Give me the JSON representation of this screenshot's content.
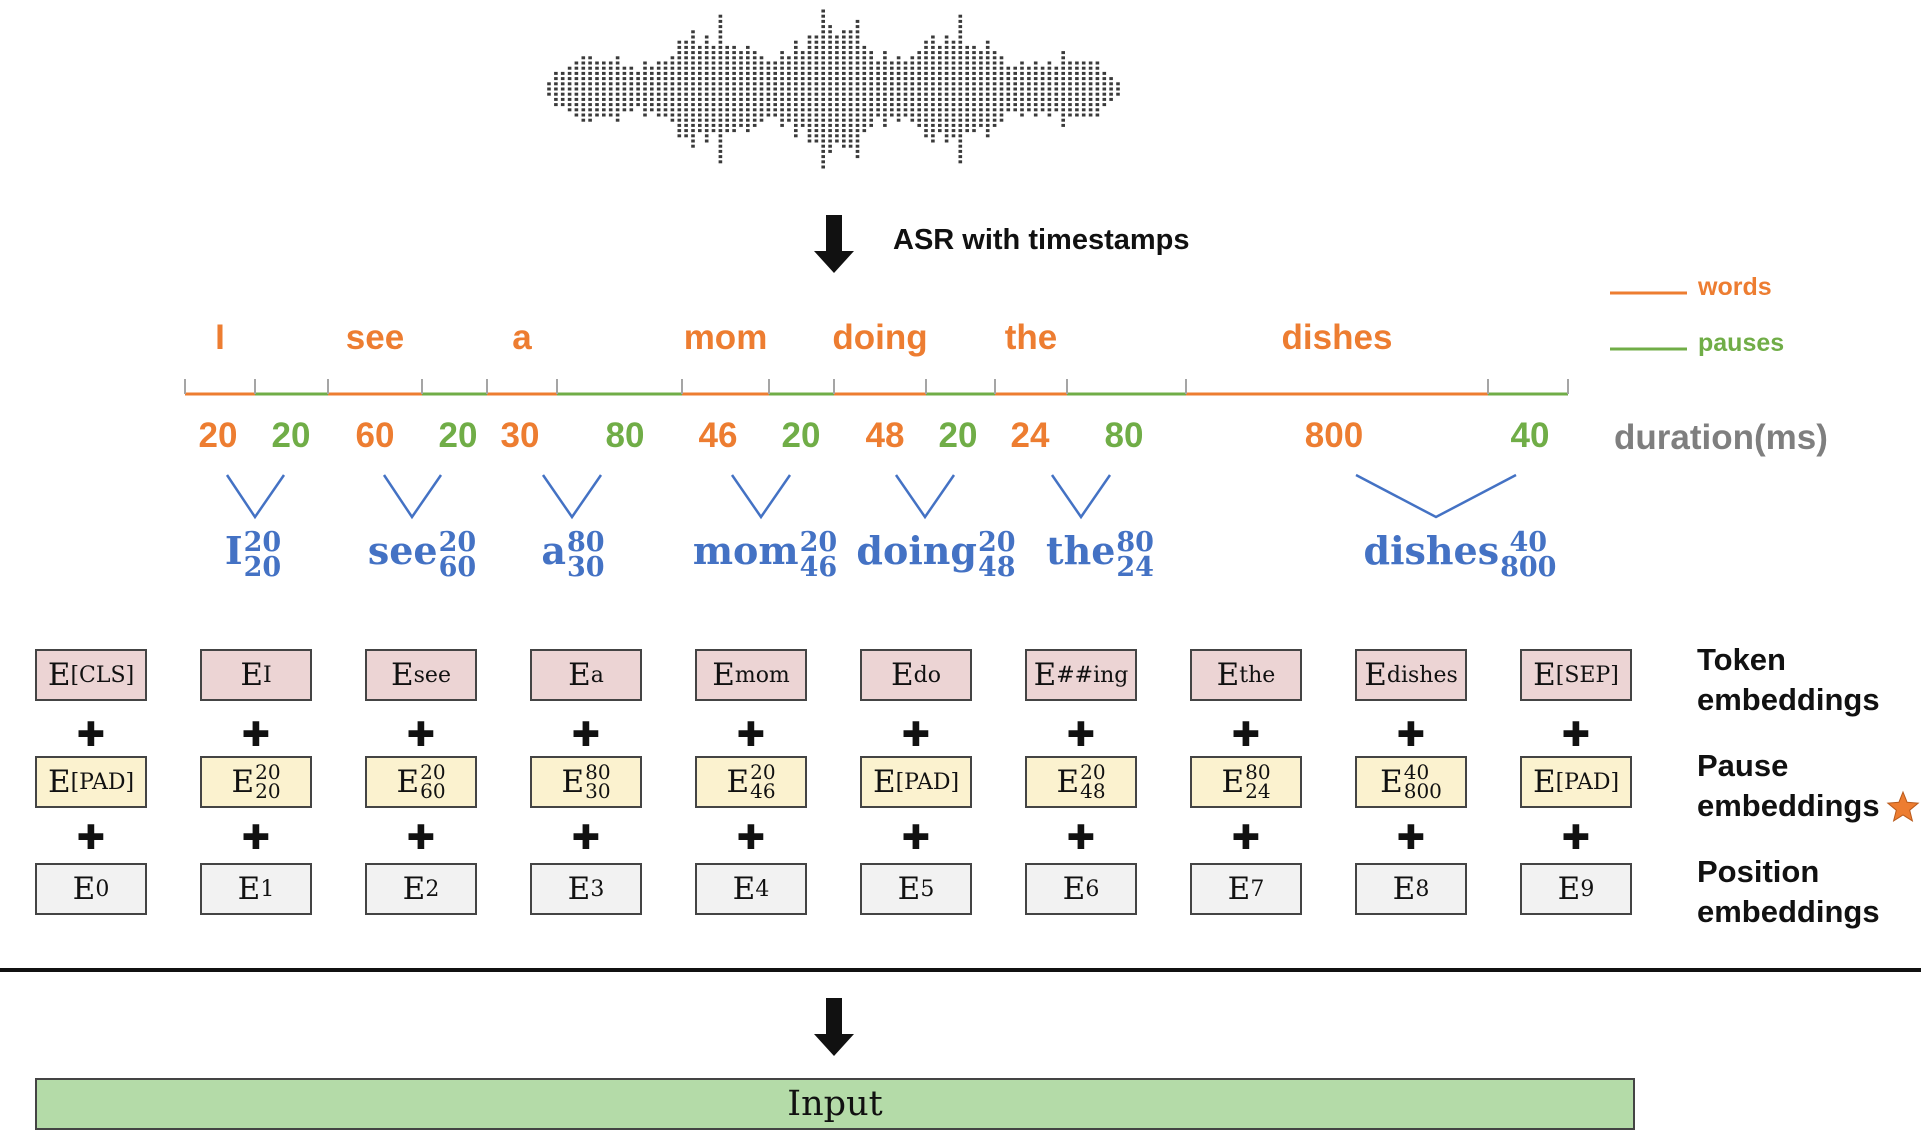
{
  "asr_label": "ASR with timestamps",
  "legend": {
    "words": "words",
    "pauses": "pauses"
  },
  "words": [
    "I",
    "see",
    "a",
    "mom",
    "doing",
    "the",
    "dishes"
  ],
  "durations": [
    "20",
    "20",
    "60",
    "20",
    "30",
    "80",
    "46",
    "20",
    "48",
    "20",
    "24",
    "80",
    "800",
    "40"
  ],
  "duration_label": "duration(ms)",
  "fused_words": [
    {
      "w": "I",
      "sup": "20",
      "sub": "20"
    },
    {
      "w": "see",
      "sup": "20",
      "sub": "60"
    },
    {
      "w": "a",
      "sup": "80",
      "sub": "30"
    },
    {
      "w": "mom",
      "sup": "20",
      "sub": "46"
    },
    {
      "w": "doing",
      "sup": "20",
      "sub": "48"
    },
    {
      "w": "the",
      "sup": "80",
      "sub": "24"
    },
    {
      "w": "dishes",
      "sup": "40",
      "sub": "800"
    }
  ],
  "token_embeddings": [
    {
      "e": "E",
      "sub": "[CLS]"
    },
    {
      "e": "E",
      "sub": "I"
    },
    {
      "e": "E",
      "sub": "see"
    },
    {
      "e": "E",
      "sub": "a"
    },
    {
      "e": "E",
      "sub": "mom"
    },
    {
      "e": "E",
      "sub": "do"
    },
    {
      "e": "E",
      "sub": "##ing"
    },
    {
      "e": "E",
      "sub": "the"
    },
    {
      "e": "E",
      "sub": "dishes"
    },
    {
      "e": "E",
      "sub": "[SEP]"
    }
  ],
  "pause_embeddings": [
    {
      "e": "E",
      "sub": "[PAD]"
    },
    {
      "e": "E",
      "sup": "20",
      "sub": "20"
    },
    {
      "e": "E",
      "sup": "20",
      "sub": "60"
    },
    {
      "e": "E",
      "sup": "80",
      "sub": "30"
    },
    {
      "e": "E",
      "sup": "20",
      "sub": "46"
    },
    {
      "e": "E",
      "sub": "[PAD]"
    },
    {
      "e": "E",
      "sup": "20",
      "sub": "48"
    },
    {
      "e": "E",
      "sup": "80",
      "sub": "24"
    },
    {
      "e": "E",
      "sup": "40",
      "sub": "800"
    },
    {
      "e": "E",
      "sub": "[PAD]"
    }
  ],
  "position_embeddings": [
    {
      "e": "E",
      "sub": "0"
    },
    {
      "e": "E",
      "sub": "1"
    },
    {
      "e": "E",
      "sub": "2"
    },
    {
      "e": "E",
      "sub": "3"
    },
    {
      "e": "E",
      "sub": "4"
    },
    {
      "e": "E",
      "sub": "5"
    },
    {
      "e": "E",
      "sub": "6"
    },
    {
      "e": "E",
      "sub": "7"
    },
    {
      "e": "E",
      "sub": "8"
    },
    {
      "e": "E",
      "sub": "9"
    }
  ],
  "row_labels": {
    "token": [
      "Token",
      "embeddings"
    ],
    "pause": [
      "Pause",
      "embeddings"
    ],
    "position": [
      "Position",
      "embeddings"
    ]
  },
  "input_label": "Input",
  "colors": {
    "word": "#ed7d31",
    "pause": "#70ad47",
    "fused": "#4472c4",
    "gray": "#7f7f7f"
  }
}
